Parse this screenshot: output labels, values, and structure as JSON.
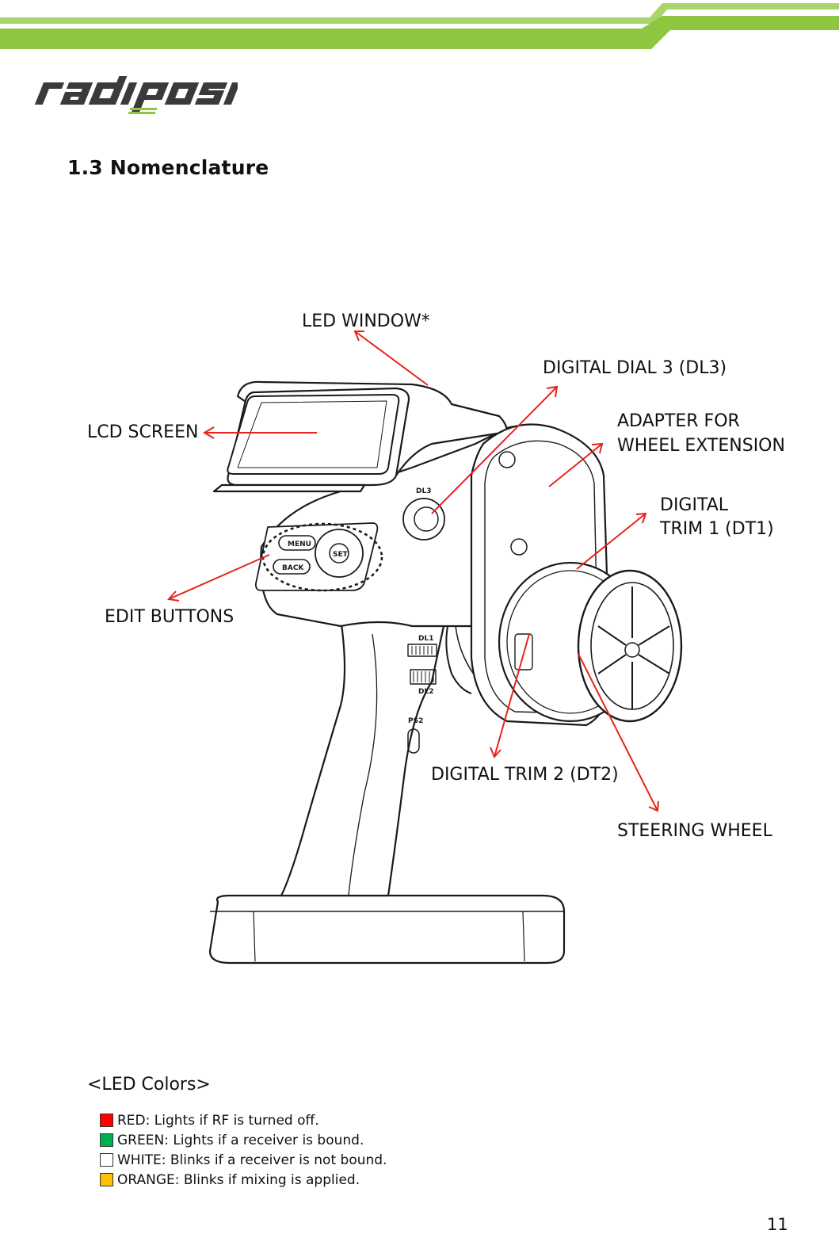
{
  "header": {
    "brand_colors": {
      "stripe_light": "#a9d46a",
      "stripe_dark": "#8dc63f",
      "logo": "#3a3a3a",
      "logo_accent": "#8dc63f"
    }
  },
  "section": {
    "title": "1.3 Nomenclature"
  },
  "labels": {
    "led_window": "LED WINDOW*",
    "digital_dial_3": "DIGITAL DIAL 3 (DL3)",
    "lcd_screen": "LCD SCREEN",
    "adapter_line1": "ADAPTER FOR",
    "adapter_line2": "WHEEL EXTENSION",
    "digital_trim1_line1": "DIGITAL",
    "digital_trim1_line2": "TRIM 1 (DT1)",
    "edit_buttons": "EDIT BUTTONS",
    "digital_trim_2": "DIGITAL TRIM 2 (DT2)",
    "steering_wheel": "STEERING WHEEL"
  },
  "device_text": {
    "menu": "MENU",
    "back": "BACK",
    "set": "SET",
    "dl3": "DL3",
    "dl1": "DL1",
    "dl2": "DL2",
    "ps2": "PS2"
  },
  "arrow_color": "#e8231b",
  "legend": {
    "title": "<LED Colors>",
    "items": [
      {
        "color": "#ff0000",
        "text": "RED: Lights if RF is turned off."
      },
      {
        "color": "#00b050",
        "text": "GREEN: Lights if a receiver is bound."
      },
      {
        "color": "#ffffff",
        "text": "WHITE: Blinks if a receiver is not bound."
      },
      {
        "color": "#ffc000",
        "text": "ORANGE: Blinks if mixing is applied."
      }
    ]
  },
  "page_number": "11"
}
